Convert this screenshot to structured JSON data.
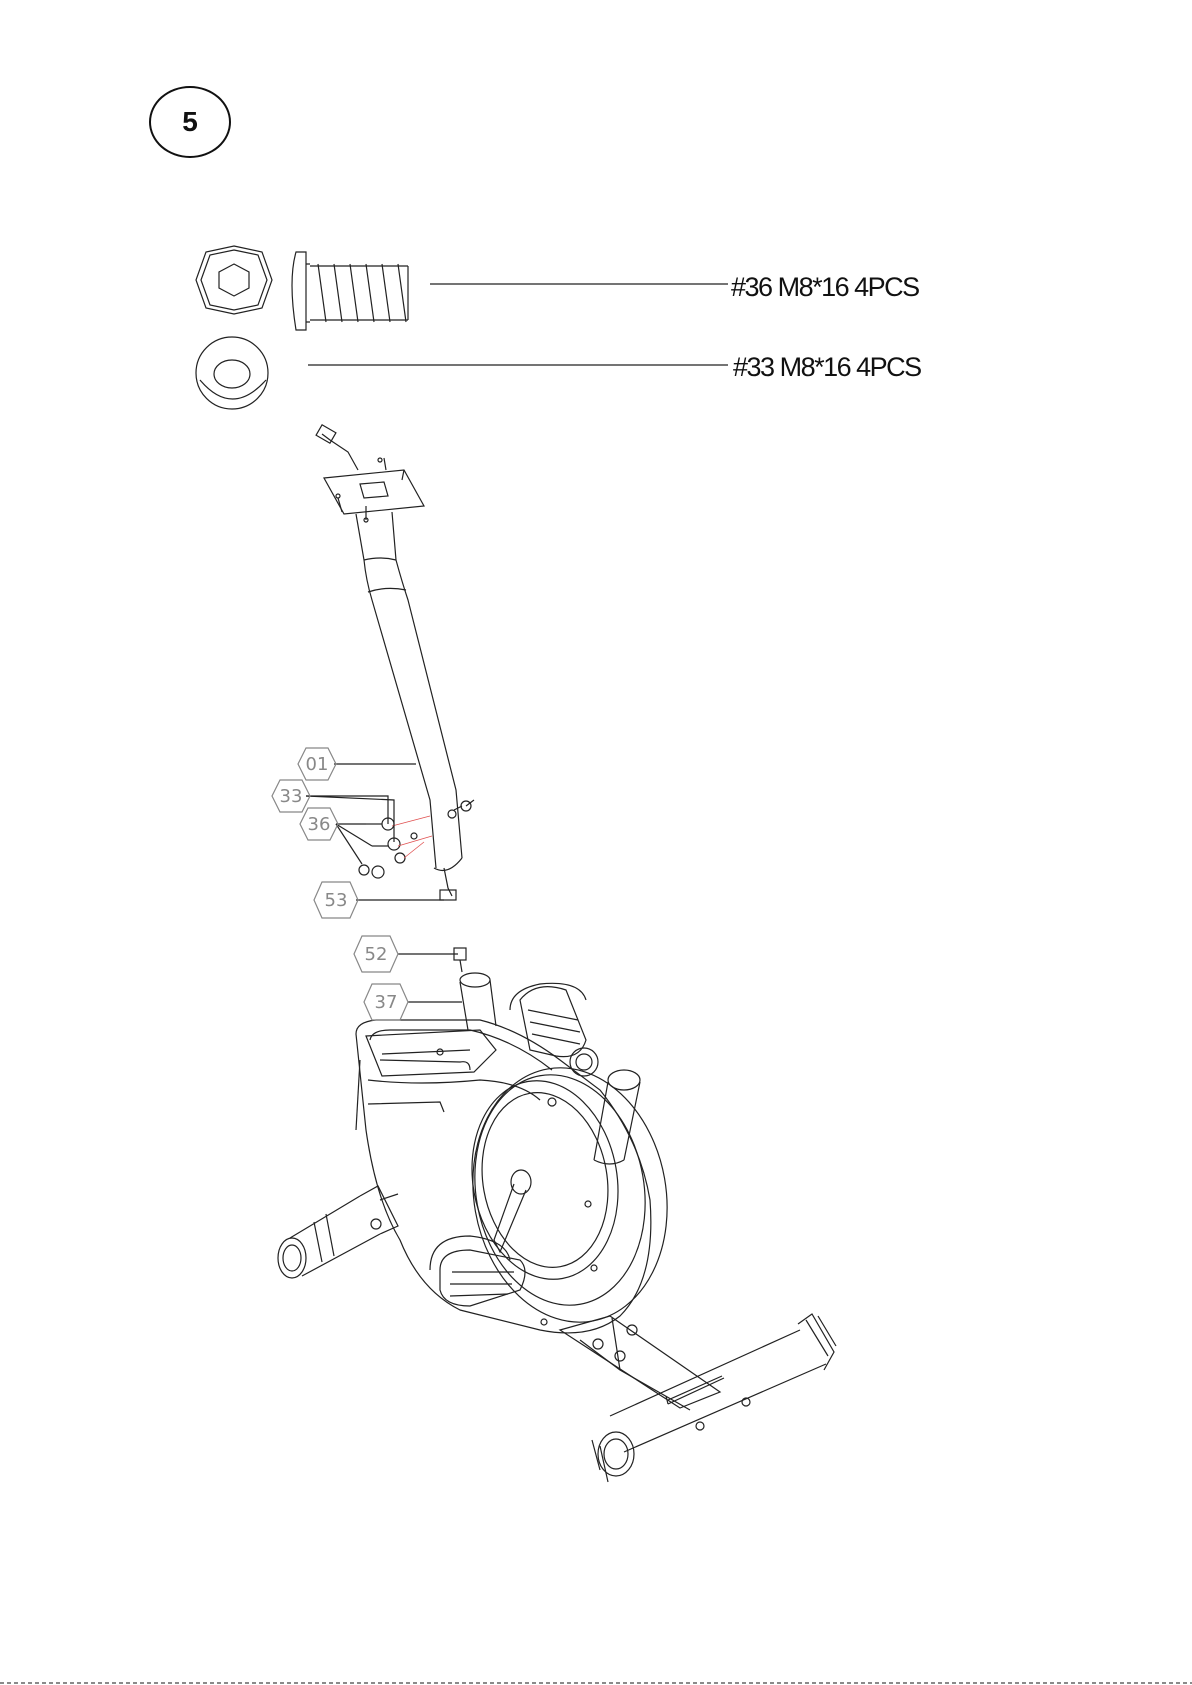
{
  "step": {
    "number": "5"
  },
  "hardware": [
    {
      "ref": "#36",
      "spec": "M8*16",
      "qty": "4PCS"
    },
    {
      "ref": "#33",
      "spec": "M8*16",
      "qty": "4PCS"
    }
  ],
  "callouts": [
    "01",
    "33",
    "36",
    "53",
    "52",
    "37"
  ],
  "colors": {
    "line": "#222222",
    "callout": "#888888",
    "accent": "#e05050",
    "paper": "#ffffff"
  }
}
